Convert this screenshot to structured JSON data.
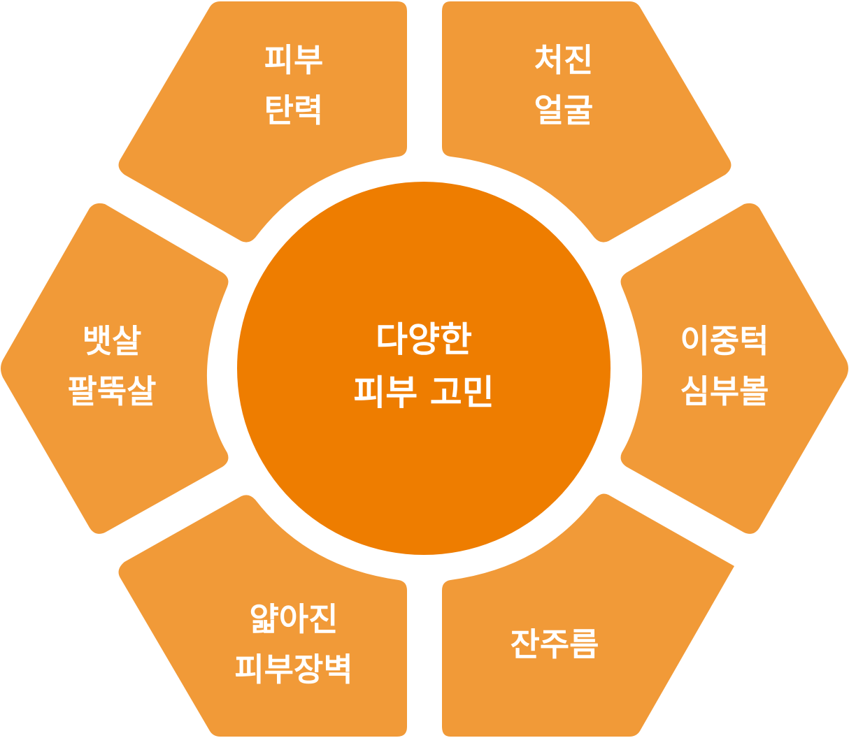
{
  "center": {
    "lines": [
      "다양한",
      "피부 고민"
    ],
    "color": "#ee7d00"
  },
  "segment_color": "#f19a38",
  "segments": [
    {
      "id": "top-left",
      "lines": [
        "피부",
        "탄력"
      ]
    },
    {
      "id": "top-right",
      "lines": [
        "처진",
        "얼굴"
      ]
    },
    {
      "id": "left",
      "lines": [
        "뱃살",
        "팔뚝살"
      ]
    },
    {
      "id": "right",
      "lines": [
        "이중턱",
        "심부볼"
      ]
    },
    {
      "id": "bottom-left",
      "lines": [
        "얇아진",
        "피부장벽"
      ]
    },
    {
      "id": "bottom-right",
      "lines": [
        "잔주름"
      ]
    }
  ]
}
